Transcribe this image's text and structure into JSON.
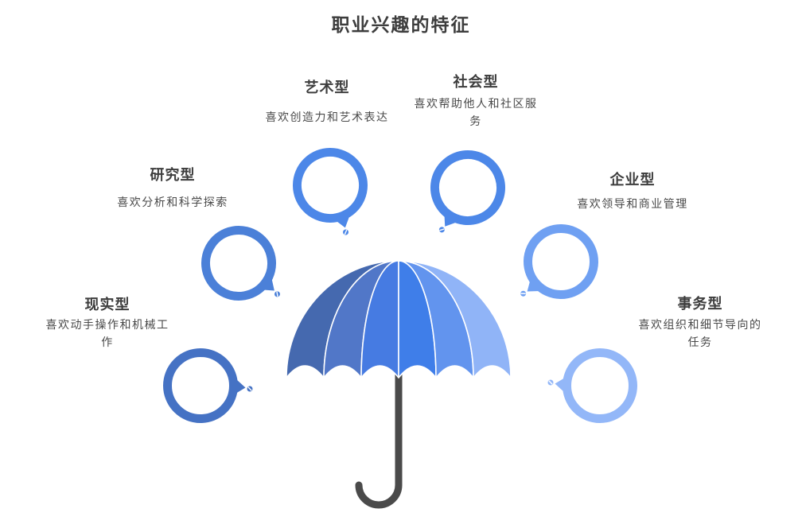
{
  "title": "职业兴趣的特征",
  "items": [
    {
      "id": "realistic",
      "title": "现实型",
      "desc": "喜欢动手操作和机械工作"
    },
    {
      "id": "investigative",
      "title": "研究型",
      "desc": "喜欢分析和科学探索"
    },
    {
      "id": "artistic",
      "title": "艺术型",
      "desc": "喜欢创造力和艺术表达"
    },
    {
      "id": "social",
      "title": "社会型",
      "desc": "喜欢帮助他人和社区服务"
    },
    {
      "id": "enterprising",
      "title": "企业型",
      "desc": "喜欢领导和商业管理"
    },
    {
      "id": "conventional",
      "title": "事务型",
      "desc": "喜欢组织和细节导向的任务"
    }
  ],
  "colors": {
    "title_text": "#3d3d3d",
    "heading_text": "#3d3d3d",
    "desc_text": "#4a4a4a",
    "bubble_realistic": "#4572c4",
    "bubble_investigative": "#4b80d8",
    "bubble_artistic": "#4c87e8",
    "bubble_social": "#4c87e8",
    "bubble_enterprising": "#6fa0f2",
    "bubble_conventional": "#93b7f8",
    "umbrella_segments": [
      "#4569af",
      "#5177c8",
      "#467be2",
      "#3f7ee9",
      "#6294ee",
      "#90b4f7"
    ],
    "umbrella_rib": "#ffffff",
    "umbrella_handle": "#4a4a4a"
  }
}
